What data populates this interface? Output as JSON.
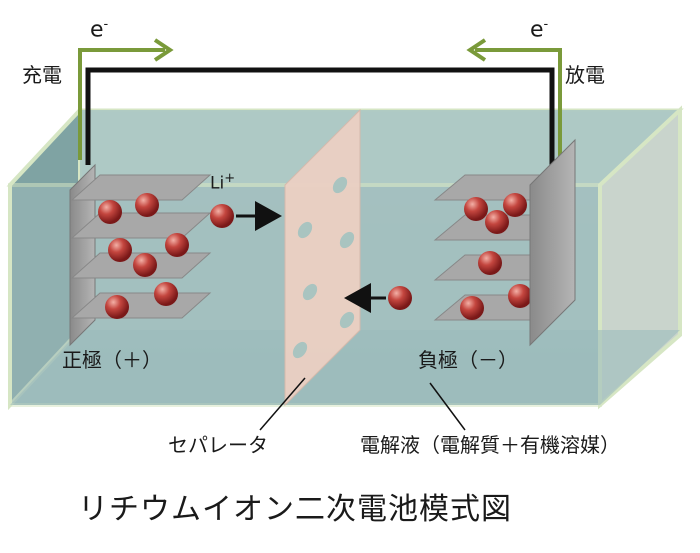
{
  "electron_left": "e",
  "electron_right": "e",
  "electron_superscript": "-",
  "charge_label": "充電",
  "discharge_label": "放電",
  "lithium_ion": "Li",
  "lithium_superscript": "+",
  "positive_electrode": "正極（＋）",
  "negative_electrode": "負極（－）",
  "separator": "セパレータ",
  "electrolyte": "電解液（電解質＋有機溶媒）",
  "caption": "リチウムイオン二次電池模式図",
  "colors": {
    "arrow_green": "#7a9a3a",
    "wire": "#111111",
    "electrolyte": "#9fbcbc",
    "tank_edge": "#d6e6c4",
    "separator": "#e8c8bb",
    "plate": "#9a9a9a",
    "ion": "#b83a3a"
  }
}
